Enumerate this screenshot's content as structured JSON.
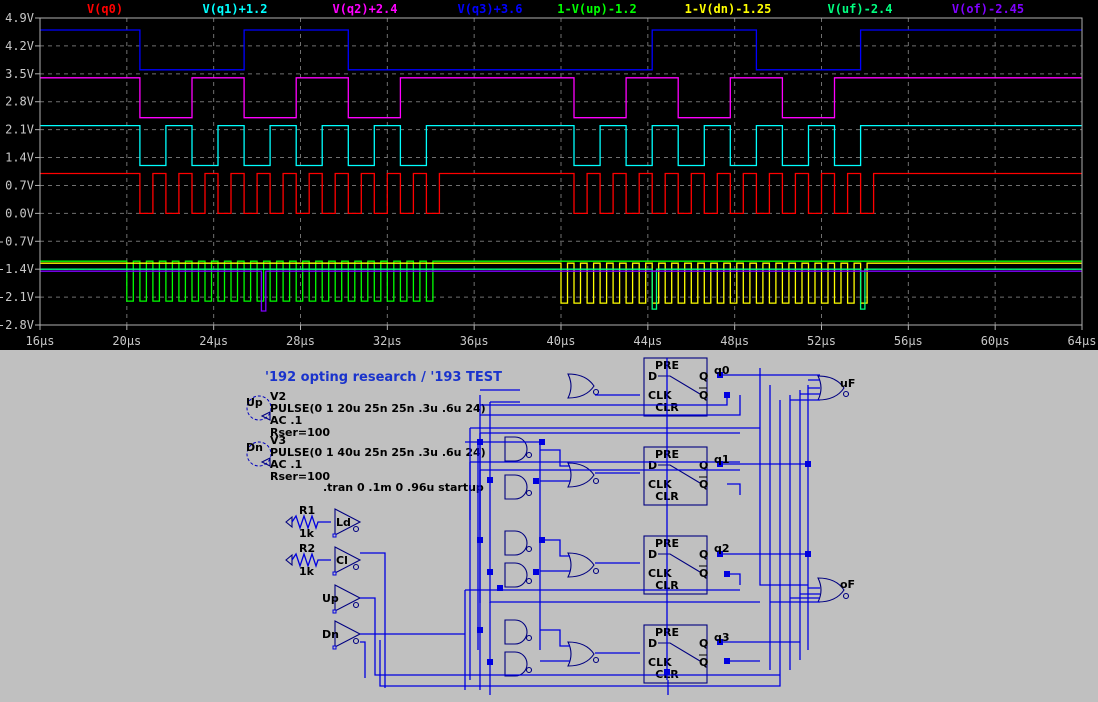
{
  "chart_data": {
    "type": "line",
    "title": "",
    "xlabel": "",
    "ylabel": "",
    "xlim": [
      16,
      64
    ],
    "ylim": [
      -2.8,
      4.9
    ],
    "x_unit": "µs",
    "x_ticks": [
      "16µs",
      "20µs",
      "24µs",
      "28µs",
      "32µs",
      "36µs",
      "40µs",
      "44µs",
      "48µs",
      "52µs",
      "56µs",
      "60µs",
      "64µs"
    ],
    "y_ticks": [
      "4.9V",
      "4.2V",
      "3.5V",
      "2.8V",
      "2.1V",
      "1.4V",
      "0.7V",
      "0.0V",
      "-0.7V",
      "-1.4V",
      "-2.1V",
      "-2.8V"
    ],
    "grid": true,
    "legend_position": "top",
    "series": [
      {
        "name": "V(q0)",
        "color": "#ff0000",
        "offset": 0,
        "low": 0,
        "high": 1,
        "transitions_us": [
          20.6,
          21.2,
          21.8,
          22.4,
          23.0,
          23.6,
          24.2,
          24.8,
          25.4,
          26.0,
          26.6,
          27.2,
          27.8,
          28.4,
          29.0,
          29.6,
          30.2,
          30.8,
          31.4,
          32.0,
          32.6,
          33.2,
          33.8,
          34.4,
          40.6,
          41.2,
          41.8,
          42.4,
          43.0,
          43.6,
          44.2,
          44.8,
          45.4,
          46.0,
          46.6,
          47.2,
          47.8,
          48.4,
          49.0,
          49.6,
          50.2,
          50.8,
          51.4,
          52.0,
          52.6,
          53.2,
          53.8,
          54.4
        ],
        "initial": 1
      },
      {
        "name": "V(q1)+1.2",
        "color": "#00ffff",
        "offset": 1.2,
        "low": 0,
        "high": 1,
        "transitions_us": [
          20.6,
          21.8,
          23.0,
          24.2,
          25.4,
          26.6,
          27.8,
          29.0,
          30.2,
          31.4,
          32.6,
          33.8,
          40.6,
          41.8,
          43.0,
          44.2,
          45.4,
          46.6,
          47.8,
          49.0,
          50.2,
          51.4,
          52.6,
          53.8
        ],
        "initial": 1
      },
      {
        "name": "V(q2)+2.4",
        "color": "#ff00ff",
        "offset": 2.4,
        "low": 0,
        "high": 1,
        "transitions_us": [
          20.6,
          23.0,
          25.4,
          27.8,
          30.2,
          32.6,
          40.6,
          43.0,
          45.4,
          47.8,
          50.2,
          52.6
        ],
        "initial": 1
      },
      {
        "name": "V(q3)+3.6",
        "color": "#0000ff",
        "offset": 3.6,
        "low": 0,
        "high": 1,
        "transitions_us": [
          20.6,
          25.4,
          30.2,
          44.2,
          49.0,
          53.8
        ],
        "initial": 1
      },
      {
        "name": "1-V(up)-1.2",
        "color": "#00ff00",
        "offset": -1.2,
        "low": -1,
        "high": 0,
        "pulse_start_us": 20,
        "pulse_period_us": 0.6,
        "pulse_low_width_us": 0.3,
        "pulse_count": 24,
        "initial": 0
      },
      {
        "name": "1-V(dn)-1.25",
        "color": "#ffff00",
        "offset": -1.25,
        "low": -1,
        "high": 0,
        "pulse_start_us": 40,
        "pulse_period_us": 0.6,
        "pulse_low_width_us": 0.3,
        "pulse_count": 24,
        "initial": 0
      },
      {
        "name": "V(uf)-2.4",
        "color": "#00ff80",
        "offset": -2.4,
        "low": 0,
        "high": 1,
        "pulses_us": [
          [
            44.2,
            44.4
          ],
          [
            53.8,
            54.0
          ]
        ],
        "pulse_depth": -1,
        "initial": 1
      },
      {
        "name": "V(of)-2.45",
        "color": "#8000ff",
        "offset": -2.45,
        "low": 0,
        "high": 1,
        "pulses_us": [
          [
            26.2,
            26.4
          ]
        ],
        "pulse_depth": -1,
        "initial": 1
      }
    ]
  },
  "schematic": {
    "title": "'192 opting research / '193 TEST",
    "sources": [
      {
        "net": "Up",
        "name": "V2",
        "value": "PULSE(0 1 20u 25n 25n .3u .6u 24)",
        "ac": "AC .1",
        "rser": "Rser=100"
      },
      {
        "net": "Dn",
        "name": "V3",
        "value": "PULSE(0 1 40u 25n 25n .3u .6u 24)",
        "ac": "AC .1",
        "rser": "Rser=100"
      }
    ],
    "directive": ".tran 0 .1m 0 .96u startup",
    "resistors": [
      {
        "name": "R1",
        "value": "1k",
        "net": "Ld"
      },
      {
        "name": "R2",
        "value": "1k",
        "net": "Cl"
      }
    ],
    "buffers": [
      "Ld",
      "Cl",
      "Up",
      "Dn"
    ],
    "flipflops": [
      {
        "pre": "PRE",
        "d": "D",
        "clk": "CLK",
        "clr": "CLR",
        "q": "Q",
        "qbar": "Q",
        "out_net": "q0"
      },
      {
        "pre": "PRE",
        "d": "D",
        "clk": "CLK",
        "clr": "CLR",
        "q": "Q",
        "qbar": "Q",
        "out_net": "q1"
      },
      {
        "pre": "PRE",
        "d": "D",
        "clk": "CLK",
        "clr": "CLR",
        "q": "Q",
        "qbar": "Q",
        "out_net": "q2"
      },
      {
        "pre": "PRE",
        "d": "D",
        "clk": "CLK",
        "clr": "CLR",
        "q": "Q",
        "qbar": "Q",
        "out_net": "q3"
      }
    ],
    "outputs": [
      "uF",
      "oF"
    ]
  }
}
